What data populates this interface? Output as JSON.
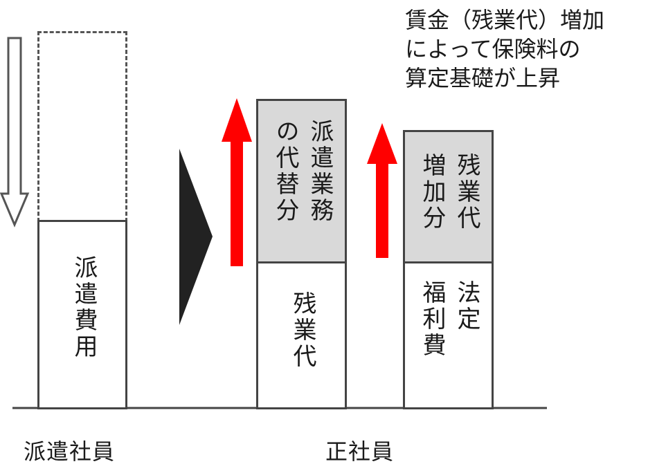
{
  "annotation": {
    "lines": [
      "賃金（残業代）増加",
      "によって保険料の",
      "算定基礎が上昇"
    ]
  },
  "haken": {
    "cost_label": "派遣費用",
    "group_label": "派遣社員"
  },
  "seishain": {
    "col1": {
      "top_label_line1": "派遣業務",
      "top_label_line2": "の代替分",
      "bottom_label": "残業代"
    },
    "col2": {
      "top_label_line1": "残業代",
      "top_label_line2": "増加分",
      "bottom_label_line1": "法定",
      "bottom_label_line2": "福利費"
    },
    "group_label": "正社員"
  },
  "colors": {
    "increase_arrow": "#ff0000",
    "transition_arrow": "#222222",
    "decrease_arrow_outline": "#555555",
    "shaded_block": "#d9d9d9"
  }
}
